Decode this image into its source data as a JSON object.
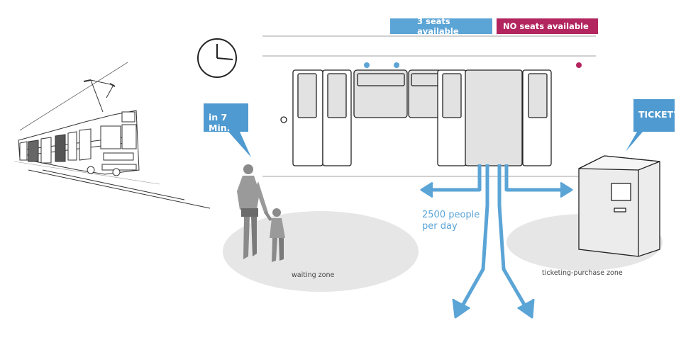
{
  "indicators": {
    "available": {
      "text": "3 seats available",
      "color": "#5ba4d6",
      "icon": "arrow-left-icon"
    },
    "full": {
      "text": "NO seats available",
      "color": "#b2255f",
      "icon": "arrow-right-icon"
    }
  },
  "bubbles": {
    "wait_time": {
      "text": "in 7 Min.",
      "color": "#4f9ad0"
    },
    "ticket": {
      "text": "TICKET?",
      "color": "#4f9ad0"
    }
  },
  "flow": {
    "text": "2500 people\nper day",
    "color": "#5ba4d6"
  },
  "zones": {
    "waiting": "waiting zone",
    "ticketing": "ticketing-purchase zone"
  },
  "icons": [
    "clock-icon",
    "tram-illustration",
    "people-silhouettes",
    "ticket-machine"
  ],
  "colors": {
    "line": "#b5b5b5",
    "stroke": "#333333",
    "panel_fill": "#e2e2e2",
    "zone_fill": "#e6e6e6"
  }
}
